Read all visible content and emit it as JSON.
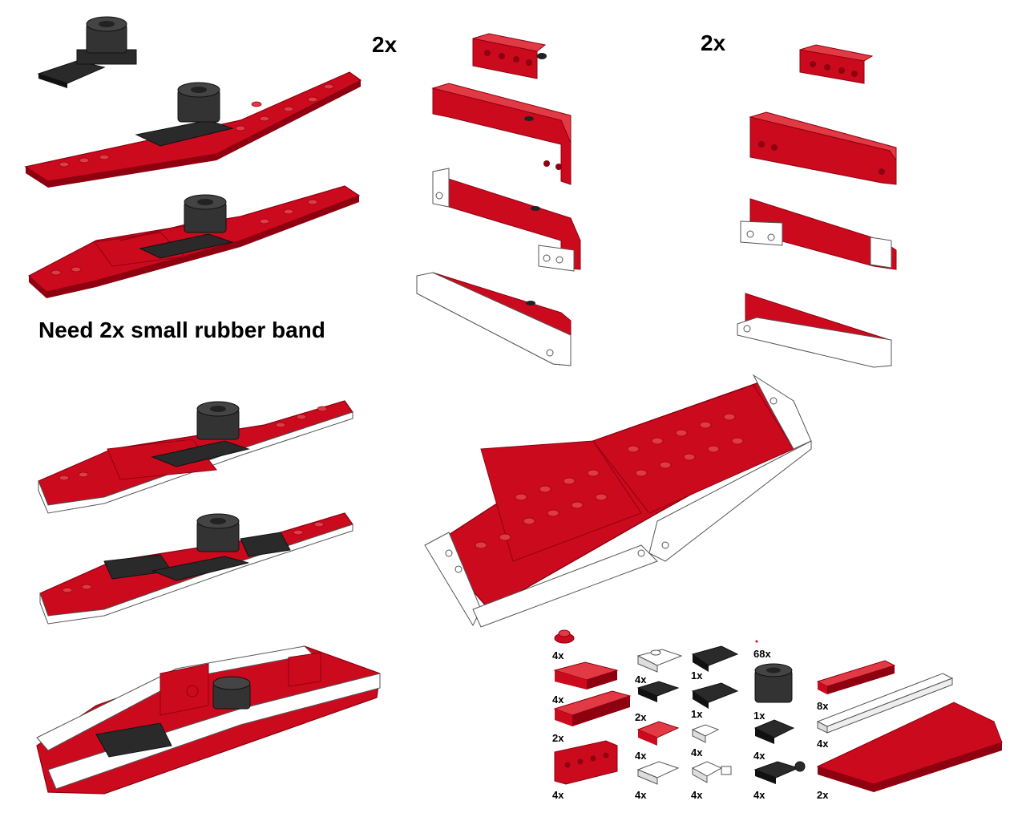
{
  "colors": {
    "red": "#cc0a1e",
    "red_dark": "#8e0010",
    "red_light": "#e23a45",
    "black": "#2a2a2a",
    "black_dark": "#111111",
    "white": "#ffffff",
    "outline": "#555555"
  },
  "multipliers": {
    "left_column": "2x",
    "right_column": "2x"
  },
  "note": "Need 2x small rubber band",
  "parts_list": [
    {
      "id": "round-plate-red",
      "count": "4x"
    },
    {
      "id": "plate-2x2-red",
      "count": "4x"
    },
    {
      "id": "plate-1x4-red",
      "count": "2x"
    },
    {
      "id": "bracket-red",
      "count": "4x"
    },
    {
      "id": "clip-plate-white",
      "count": "4x"
    },
    {
      "id": "plate-1x2-black",
      "count": "2x"
    },
    {
      "id": "plate-1x2-red",
      "count": "4x"
    },
    {
      "id": "plate-1x2-white",
      "count": "4x"
    },
    {
      "id": "hinge-plate-black-a",
      "count": "1x"
    },
    {
      "id": "hinge-plate-black-b",
      "count": "1x"
    },
    {
      "id": "plate-1x1-white",
      "count": "4x"
    },
    {
      "id": "clip-1x1-white",
      "count": "4x"
    },
    {
      "id": "pin-red",
      "count": "68x"
    },
    {
      "id": "round-brick-black",
      "count": "1x"
    },
    {
      "id": "plate-2x2-round-black",
      "count": "4x"
    },
    {
      "id": "plate-clip-black",
      "count": "4x"
    },
    {
      "id": "tile-1x4-red",
      "count": "8x"
    },
    {
      "id": "tile-1x8-white",
      "count": "4x"
    },
    {
      "id": "wedge-plate-red",
      "count": "2x"
    }
  ]
}
